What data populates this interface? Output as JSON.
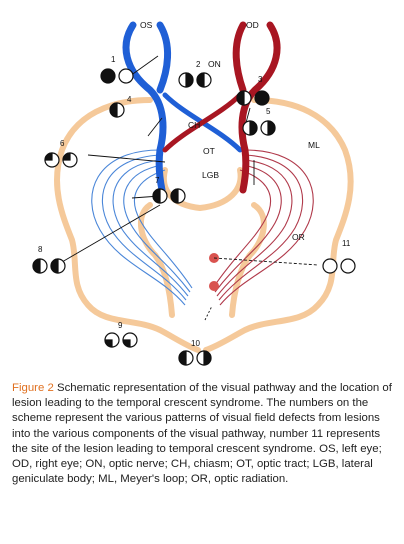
{
  "labels": {
    "os": "OS",
    "od": "OD",
    "on": "ON",
    "ch": "CH",
    "ot": "OT",
    "lgb": "LGB",
    "ml": "ML",
    "or": "OR"
  },
  "numbers": [
    "1",
    "2",
    "3",
    "4",
    "5",
    "6",
    "7",
    "8",
    "9",
    "10",
    "11"
  ],
  "caption": {
    "figure_label": "Figure 2",
    "text": "Schematic representation of the visual pathway and the location of lesion leading to the temporal crescent syndrome. The numbers on the scheme represent the various patterns of visual field defects from lesions into the various components of the visual pathway, number 11 represents the site of the lesion leading to temporal crescent syndrome. OS, left eye; OD, right eye; ON, optic nerve; CH, chiasm; OT, optic tract; LGB, lateral geniculate body; ML, Meyer's loop; OR, optic radiation."
  },
  "colors": {
    "left_pathway": "#1f5fd6",
    "right_pathway": "#a81622",
    "radiation_left": "#4a86d8",
    "radiation_right": "#b0394a",
    "brain_outline": "#f5c99a",
    "lesion_dot": "#d9534f",
    "caption_label": "#e07020"
  }
}
